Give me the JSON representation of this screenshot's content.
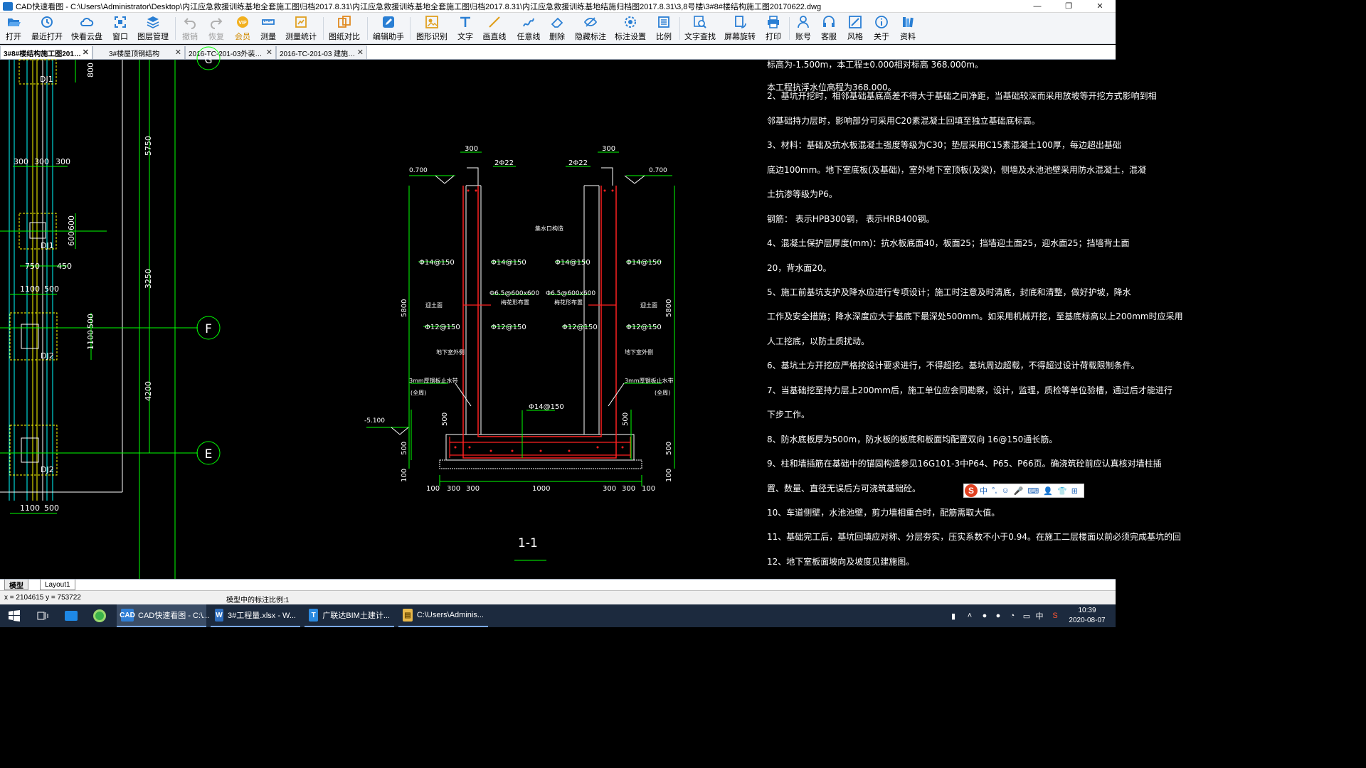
{
  "window": {
    "title": "CAD快速看图 - C:\\Users\\Administrator\\Desktop\\内江应急救援训练基地全套施工图归档2017.8.31\\内江应急救援训练基地全套施工图归档2017.8.31\\内江应急救援训练基地结施归档图2017.8.31\\3,8号楼\\3#8#楼结构施工图20170622.dwg",
    "controls": {
      "minimize": "—",
      "restore": "❐",
      "close": "✕"
    }
  },
  "toolbar": {
    "items": [
      {
        "label": "打开",
        "icon": "folder-open-icon"
      },
      {
        "label": "最近打开",
        "icon": "recent-clock-icon"
      },
      {
        "label": "快看云盘",
        "icon": "cloud-icon"
      },
      {
        "label": "窗口",
        "icon": "window-fit-icon"
      },
      {
        "label": "图层管理",
        "icon": "layers-icon"
      },
      {
        "label": "撤销",
        "icon": "undo-icon"
      },
      {
        "label": "恢复",
        "icon": "redo-icon"
      },
      {
        "label": "会员",
        "icon": "vip-badge-icon"
      },
      {
        "label": "测量",
        "icon": "ruler-icon"
      },
      {
        "label": "测量统计",
        "icon": "measure-stats-icon"
      },
      {
        "label": "图纸对比",
        "icon": "compare-icon"
      },
      {
        "label": "编辑助手",
        "icon": "edit-assistant-icon"
      },
      {
        "label": "图形识别",
        "icon": "shape-recognize-icon"
      },
      {
        "label": "文字",
        "icon": "text-T-icon"
      },
      {
        "label": "画直线",
        "icon": "line-icon"
      },
      {
        "label": "任意线",
        "icon": "freehand-icon"
      },
      {
        "label": "删除",
        "icon": "eraser-icon"
      },
      {
        "label": "隐藏标注",
        "icon": "hide-eye-icon"
      },
      {
        "label": "标注设置",
        "icon": "annotation-settings-icon"
      },
      {
        "label": "比例",
        "icon": "scale-icon"
      },
      {
        "label": "文字查找",
        "icon": "text-search-icon"
      },
      {
        "label": "屏幕旋转",
        "icon": "rotate-screen-icon"
      },
      {
        "label": "打印",
        "icon": "printer-icon"
      },
      {
        "label": "账号",
        "icon": "user-icon"
      },
      {
        "label": "客服",
        "icon": "headset-icon"
      },
      {
        "label": "风格",
        "icon": "style-icon"
      },
      {
        "label": "关于",
        "icon": "info-icon"
      },
      {
        "label": "资料",
        "icon": "books-icon"
      }
    ]
  },
  "tabs": [
    {
      "label": "3#8#楼结构施工图201…",
      "active": true
    },
    {
      "label": "3#楼屋顶钢结构",
      "active": false
    },
    {
      "label": "2016-TC-201-03外装…",
      "active": false
    },
    {
      "label": "2016-TC-201-03  建施…",
      "active": false
    }
  ],
  "drawing": {
    "axis_labels": [
      "F",
      "E",
      "G"
    ],
    "left_dims": [
      "800",
      "300",
      "300",
      "300",
      "600",
      "600",
      "750",
      "450",
      "1100",
      "500",
      "500",
      "1100",
      "1100",
      "500",
      "5750",
      "3250",
      "4200"
    ],
    "pier_labels": [
      "DJ1",
      "DJ1",
      "DJ2",
      "DJ2"
    ],
    "section": {
      "top_dims": [
        "300",
        "300"
      ],
      "top_bars": [
        "2Φ22",
        "2Φ22"
      ],
      "elevations": [
        "0.700",
        "0.700",
        "-5.100"
      ],
      "center_label": "集水口构造",
      "rebar_labels": [
        "Φ14@150",
        "Φ14@150",
        "Φ14@150",
        "Φ14@150",
        "Φ6.5@600x600",
        "Φ6.5@600x600",
        "梅花形布置",
        "梅花形布置",
        "Φ12@150",
        "Φ12@150",
        "Φ12@150",
        "Φ12@150",
        "Φ14@150"
      ],
      "side_labels": [
        "迎土面",
        "迎土面",
        "地下室外侧",
        "地下室外侧"
      ],
      "waterstop": [
        "3mm厚钢板止水带",
        "(全周)",
        "3mm厚钢板止水带",
        "(全周)"
      ],
      "height_dims": [
        "5800",
        "5800",
        "500",
        "500",
        "500",
        "500",
        "100",
        "100"
      ],
      "bottom_dims": [
        "100",
        "300",
        "300",
        "1000",
        "300",
        "300",
        "100"
      ],
      "section_title": "1-1"
    }
  },
  "notes": [
    "标高为-1.500m，本工程±0.000相对标高  368.000m。",
    "本工程抗浮水位高程为368.000。",
    "2、基坑开挖时，相邻基础基底高差不得大于基础之间净距，当基础较深而采用放坡等开挖方式影响到相",
    "邻基础持力层时，影响部分可采用C20素混凝土回填至独立基础底标高。",
    "3、材料：基础及抗水板混凝土强度等级为C30；垫层采用C15素混凝土100厚，每边超出基础",
    "底边100mm。地下室底板(及基础)，室外地下室顶板(及梁)，侧墙及水池池壁采用防水混凝土，混凝",
    "土抗渗等级为P6。",
    "钢筋：  表示HPB300钢，  表示HRB400钢。",
    "4、混凝土保护层厚度(mm)：抗水板底面40，板面25；挡墙迎土面25，迎水面25；挡墙背土面",
    "20，背水面20。",
    "5、施工前基坑支护及降水应进行专项设计；施工时注意及时清底，封底和清整，做好护坡，降水",
    "工作及安全措施；降水深度应大于基底下最深处500mm。如采用机械开挖，至基底标高以上200mm时应采用",
    "人工挖底，以防土质扰动。",
    "6、基坑土方开挖应严格按设计要求进行，不得超挖。基坑周边超载，不得超过设计荷载限制条件。",
    "7、当基础挖至持力层上200mm后，施工单位应会同勘察，设计，监理，质检等单位验槽，通过后才能进行",
    "下步工作。",
    "8、防水底板厚为500m，防水板的板底和板面均配置双向  16@150通长筋。",
    "9、柱和墙插筋在基础中的锚固构造参见16G101-3中P64、P65、P66页。确浇筑砼前应认真核对墙柱插",
    "置、数量、直径无误后方可浇筑基础砼。",
    "10、车道侧壁，水池池壁，剪力墙相重合时，配筋需取大值。",
    "11、基础完工后，基坑回填应对称、分层夯实，压实系数不小于0.94。在施工二层楼面以前必须完成基坑的回",
    "12、地下室板面坡向及坡度见建施图。"
  ],
  "ime": {
    "brand": "S",
    "items": [
      "中",
      "°,",
      "☺",
      "🎤",
      "⌨",
      "👤",
      "👕",
      "⊞"
    ]
  },
  "layout_tabs": [
    {
      "label": "模型",
      "active": true
    },
    {
      "label": "Layout1",
      "active": false
    }
  ],
  "statusbar": {
    "coords": "x = 2104615  y = 753722",
    "scale": "模型中的标注比例:1"
  },
  "taskbar": {
    "apps": [
      {
        "label": "CAD快速看图 - C:\\...",
        "active": true,
        "icon_text": "CAD",
        "color": "#2f7fd6"
      },
      {
        "label": "3#工程量.xlsx - W...",
        "active": false,
        "icon_text": "W",
        "color": "#2f6fc0"
      },
      {
        "label": "广联达BIM土建计...",
        "active": false,
        "icon_text": "T",
        "color": "#2a8ae0"
      },
      {
        "label": "C:\\Users\\Adminis...",
        "active": false,
        "icon_text": "▤",
        "color": "#e8b84a"
      }
    ],
    "tray_ime": "中",
    "time": "10:39",
    "date": "2020-08-07"
  },
  "colors": {
    "accent": "#1e73c8",
    "cad_bg": "#000000",
    "cad_green": "#00ff00",
    "cad_red": "#ff2020",
    "cad_yellow": "#ffff00",
    "cad_cyan": "#00ffff",
    "taskbar": "#1c2a3e"
  }
}
